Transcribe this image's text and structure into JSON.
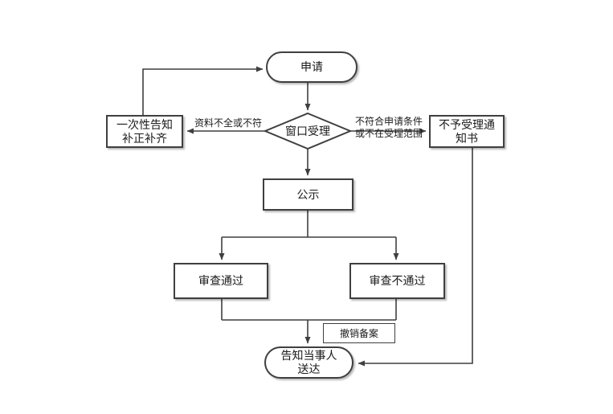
{
  "diagram": {
    "type": "flowchart",
    "colors": {
      "background": "#ffffff",
      "line": "#3f3f3f",
      "node_fill": "#ffffff",
      "text": "#1a1a1a"
    },
    "nodes": {
      "apply": {
        "label": "申请",
        "shape": "stadium"
      },
      "window_accept": {
        "label": "窗口受理",
        "shape": "diamond"
      },
      "one_time_notice": {
        "label": "一次性告知\n补正补齐",
        "shape": "rect"
      },
      "reject_notice": {
        "label": "不予受理通\n知书",
        "shape": "rect"
      },
      "public_notice": {
        "label": "公示",
        "shape": "rect"
      },
      "review_pass": {
        "label": "审查通过",
        "shape": "rect"
      },
      "review_fail": {
        "label": "审查不通过",
        "shape": "rect"
      },
      "revoke_record": {
        "label": "撤销备案",
        "shape": "rect"
      },
      "notify_party": {
        "label": "告知当事人\n送达",
        "shape": "stadium"
      }
    },
    "edge_labels": {
      "materials_incomplete": "资料不全或不符",
      "not_eligible": "不符合申请条件\n或不在受理范围"
    }
  }
}
